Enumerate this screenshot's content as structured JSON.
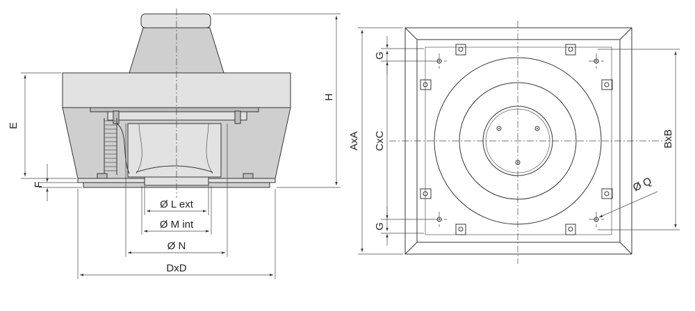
{
  "labels": {
    "E": "E",
    "F": "F",
    "H": "H",
    "L": "Ø L ext",
    "M": "Ø M int",
    "N": "Ø N",
    "DxD": "DxD",
    "AxA": "AxA",
    "CxC": "CxC",
    "BxB": "BxB",
    "G_top": "G",
    "G_bottom": "G",
    "Q": "Ø Q"
  }
}
